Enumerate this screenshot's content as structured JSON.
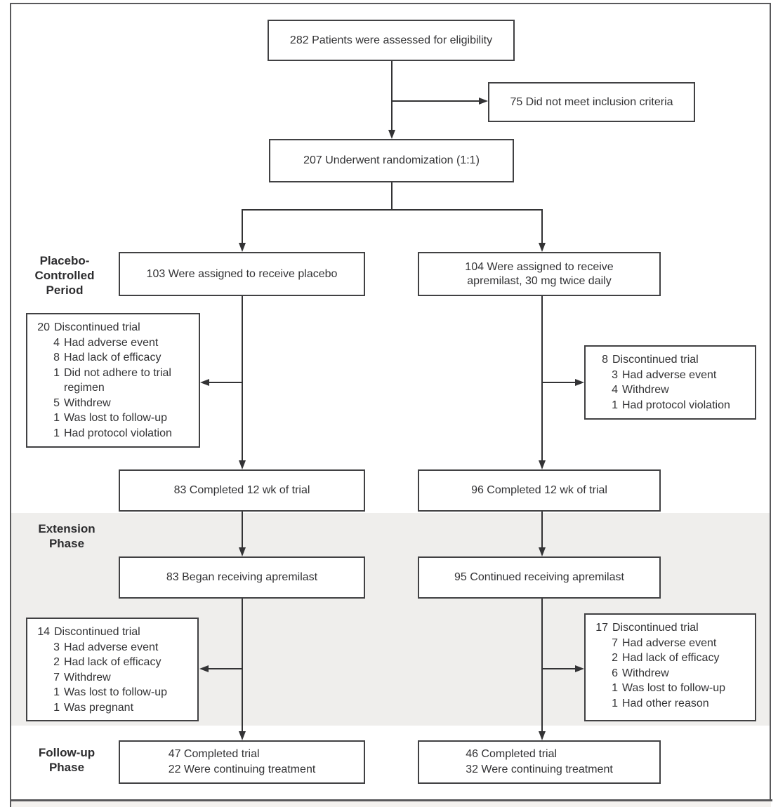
{
  "phases": {
    "placebo_controlled": "Placebo-\nControlled\nPeriod",
    "extension": "Extension\nPhase",
    "follow_up": "Follow-up\nPhase"
  },
  "boxes": {
    "eligibility": "282 Patients were assessed for eligibility",
    "not_included": "75 Did not meet inclusion criteria",
    "randomization": "207 Underwent randomization (1:1)",
    "assigned_placebo": "103 Were assigned to receive placebo",
    "assigned_apremilast": "104 Were assigned to receive\napremilast, 30 mg twice daily",
    "completed_12wk_placebo": "83 Completed 12 wk of trial",
    "completed_12wk_apremilast": "96 Completed 12 wk of trial",
    "began_apremilast": "83 Began receiving apremilast",
    "continued_apremilast": "95 Continued receiving apremilast",
    "final_placebo": "47 Completed trial\n22 Were continuing treatment",
    "final_apremilast": "46 Completed trial\n32 Were continuing treatment",
    "disc_pc_placebo": {
      "n": "20",
      "label": "Discontinued trial",
      "items": [
        {
          "n": "4",
          "label": "Had adverse event"
        },
        {
          "n": "8",
          "label": "Had lack of efficacy"
        },
        {
          "n": "1",
          "label": "Did not adhere to trial regimen"
        },
        {
          "n": "5",
          "label": "Withdrew"
        },
        {
          "n": "1",
          "label": "Was lost to follow-up"
        },
        {
          "n": "1",
          "label": "Had protocol violation"
        }
      ]
    },
    "disc_pc_apremilast": {
      "n": "8",
      "label": "Discontinued trial",
      "items": [
        {
          "n": "3",
          "label": "Had adverse event"
        },
        {
          "n": "4",
          "label": "Withdrew"
        },
        {
          "n": "1",
          "label": "Had protocol violation"
        }
      ]
    },
    "disc_ext_placebo": {
      "n": "14",
      "label": "Discontinued trial",
      "items": [
        {
          "n": "3",
          "label": "Had adverse event"
        },
        {
          "n": "2",
          "label": "Had lack of efficacy"
        },
        {
          "n": "7",
          "label": "Withdrew"
        },
        {
          "n": "1",
          "label": "Was lost to follow-up"
        },
        {
          "n": "1",
          "label": "Was pregnant"
        }
      ]
    },
    "disc_ext_apremilast": {
      "n": "17",
      "label": "Discontinued trial",
      "items": [
        {
          "n": "7",
          "label": "Had adverse event"
        },
        {
          "n": "2",
          "label": "Had lack of efficacy"
        },
        {
          "n": "6",
          "label": "Withdrew"
        },
        {
          "n": "1",
          "label": "Was lost to follow-up"
        },
        {
          "n": "1",
          "label": "Had other reason"
        }
      ]
    }
  },
  "colors": {
    "line": "#333335",
    "box_border": "#414143",
    "frame_border": "#59595b",
    "extension_band": "#efeeec",
    "caption_strip": "#f4f2ef"
  }
}
